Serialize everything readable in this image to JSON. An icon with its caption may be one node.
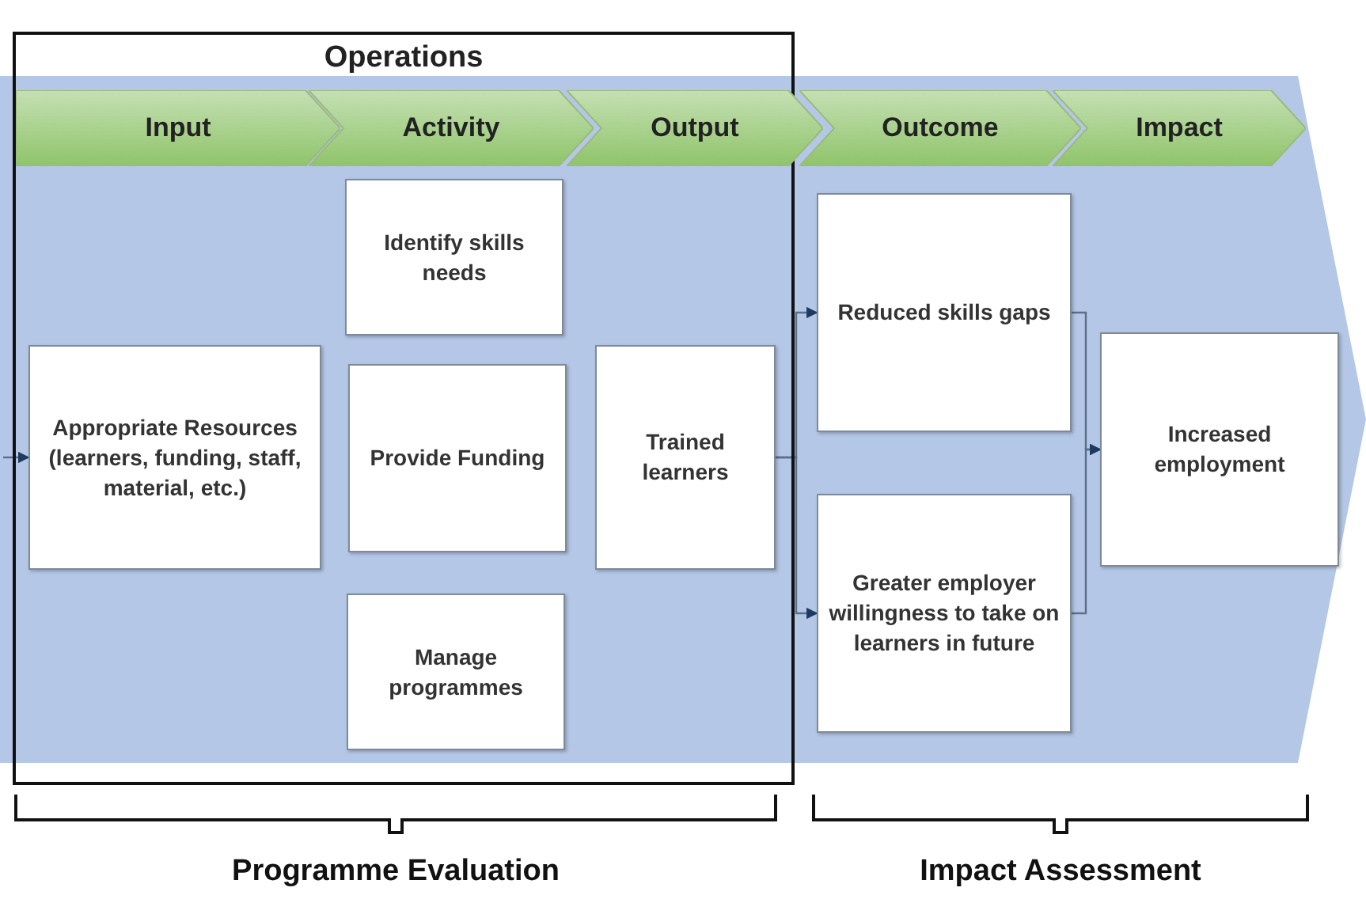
{
  "diagram": {
    "nodes": [
      {
        "text": [
          "Operations"
        ]
      },
      {
        "text": [
          "Input"
        ],
        "in": 0
      },
      {
        "text": [
          "Activity"
        ],
        "in": 0
      },
      {
        "text": [
          "Output"
        ]
      },
      {
        "text": [
          "Outcome"
        ]
      },
      {
        "text": [
          "Impact"
        ]
      },
      {
        "text": [
          "Appropriate Resources (learners, funding, staff, material, etc.)"
        ],
        "in": 0
      },
      {
        "text": [
          "Identify skills needs"
        ],
        "in": 0
      },
      {
        "text": [
          "Provide Funding"
        ],
        "in": 0
      },
      {
        "text": [
          "Manage programmes"
        ],
        "in": 0
      },
      {
        "text": [
          "Trained learners"
        ],
        "in": 0
      },
      {
        "text": [
          "Reduced skills gaps"
        ]
      },
      {
        "text": [
          "Greater employer willingness to take on learners in future"
        ]
      },
      {
        "text": [
          "Increased employment"
        ]
      }
    ],
    "edges": [
      {
        "from": null,
        "to": 6,
        "arrow": "to"
      },
      {
        "from": 10,
        "to": 11,
        "arrow": "to"
      },
      {
        "from": 10,
        "to": 12,
        "arrow": "to"
      },
      {
        "from": 11,
        "to": 13,
        "arrow": "to"
      },
      {
        "from": 12,
        "to": 13,
        "arrow": "to"
      }
    ],
    "labels": [
      "Programme Evaluation",
      "Impact Assessment"
    ]
  }
}
